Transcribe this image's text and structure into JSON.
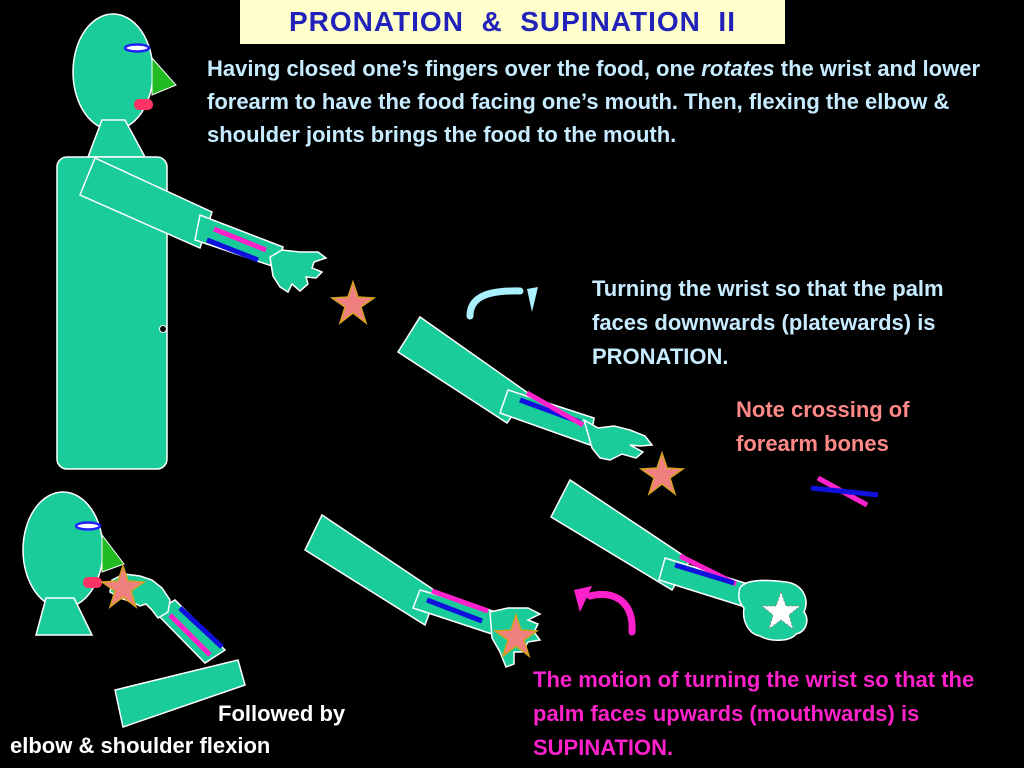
{
  "title": "PRONATION  &  SUPINATION  II",
  "intro": {
    "before": "Having closed one’s fingers over the food, one ",
    "emphasis": "rotates",
    "after": " the wrist and lower forearm to have the food facing one’s mouth. Then, flexing the elbow & shoulder joints brings the food to the mouth."
  },
  "pronation_text": "Turning the wrist so that the palm faces downwards (platewards) is PRONATION.",
  "note_text": "Note crossing of forearm bones",
  "supination_text": "The motion of turning the wrist so that the palm faces upwards (mouthwards) is SUPINATION.",
  "followed_by": {
    "line1": "Followed by",
    "line2": "elbow & shoulder flexion"
  },
  "colors": {
    "background": "#000000",
    "figure": "#19cc99",
    "title_bg": "#ffffcc",
    "title_text": "#2222bb",
    "body_text": "#c8ecff",
    "note_text": "#ff8888",
    "supination_text": "#ff22cc",
    "star": "#f08080",
    "bone_magenta": "#ff22cc",
    "bone_blue": "#1111dd",
    "nose": "#22bb22",
    "mouth": "#ff3366",
    "eye_fill": "#ffffff",
    "eye_stroke": "#2222ff",
    "arrow_cyan": "#aaf0ff",
    "arrow_magenta": "#ff22cc"
  }
}
